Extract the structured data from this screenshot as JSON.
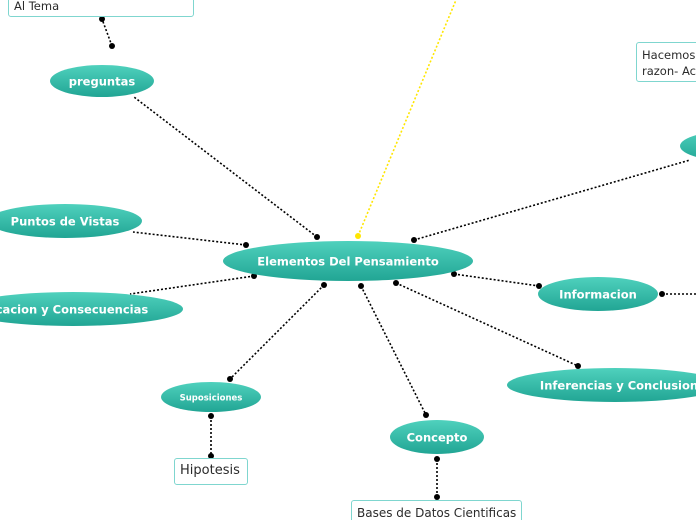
{
  "colors": {
    "node_fill_top": "#4fd1bd",
    "node_fill_bottom": "#21a594",
    "connector": "#000000",
    "highlight_connector": "#ffe600",
    "box_border": "#7fd6cf"
  },
  "map": {
    "central": {
      "label": "Elementos Del Pensamiento"
    },
    "branches": {
      "preguntas": "preguntas",
      "puntos_de_vistas": "Puntos de Vistas",
      "implicacion": "icacion y Consecuencias",
      "suposiciones": "Suposiciones",
      "concepto": "Concepto",
      "informacion": "Informacion",
      "inferencias": "Inferencias y Conclusion"
    },
    "notes": {
      "al_tema": "Al Tema",
      "hacemos_line1": "Hacemos",
      "hacemos_line2": "razon- Ac",
      "hipotesis": "Hipotesis",
      "bases": "Bases de Datos Cientificas"
    }
  }
}
